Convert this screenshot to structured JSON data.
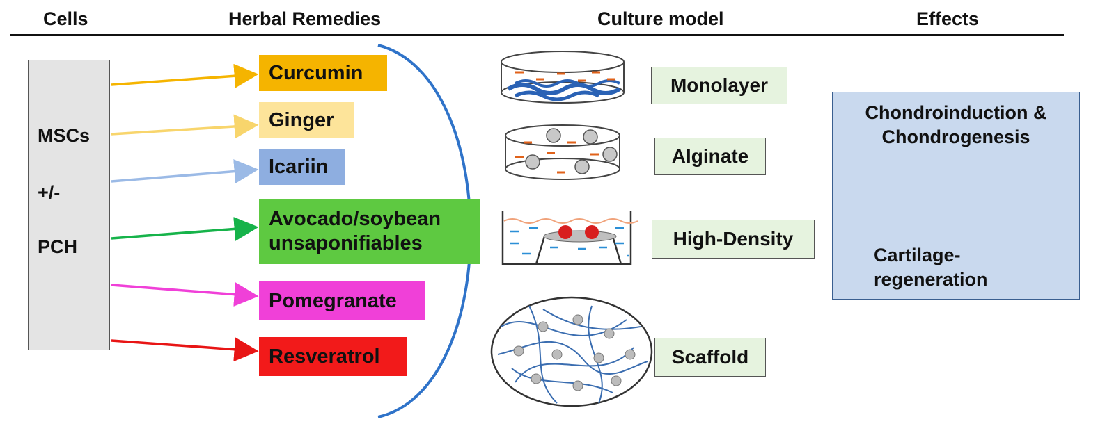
{
  "headers": {
    "cells": "Cells",
    "remedies": "Herbal Remedies",
    "culture": "Culture model",
    "effects": "Effects"
  },
  "cells": {
    "line1": "MSCs",
    "line2": "+/-",
    "line3": "PCH"
  },
  "remedies": [
    {
      "label": "Curcumin",
      "color": "#f5b400",
      "arrow": "#f5b400"
    },
    {
      "label": "Ginger",
      "color": "#fde49a",
      "arrow": "#f8d56c"
    },
    {
      "label": "Icariin",
      "color": "#8eaee0",
      "arrow": "#9bbae6"
    },
    {
      "label": "Avocado/soybean unsaponifiables",
      "line1": "Avocado/soybean",
      "line2": "unsaponifiables",
      "color": "#5ec941",
      "arrow": "#16b34a"
    },
    {
      "label": "Pomegranate",
      "color": "#f040d8",
      "arrow": "#f040d8"
    },
    {
      "label": "Resveratrol",
      "color": "#f21a1a",
      "arrow": "#e81515"
    }
  ],
  "culture_models": [
    "Monolayer",
    "Alginate",
    "High-Density",
    "Scaffold"
  ],
  "effects": {
    "top_line1": "Chondroinduction &",
    "top_line2": "Chondrogenesis",
    "bottom_line1": "Cartilage-",
    "bottom_line2": "regeneration",
    "arrow_color": "#1f6fcf"
  },
  "bracket_color": "#2f73c9"
}
